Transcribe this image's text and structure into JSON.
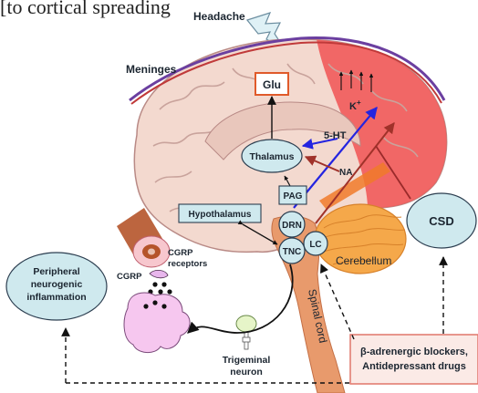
{
  "figure": {
    "top_cutoff_text": "[to cortical spreading",
    "labels": {
      "headache": "Headache",
      "meninges": "Meninges",
      "glu": "Glu",
      "k_plus": "K",
      "k_plus_sup": "+",
      "five_ht": "5-HT",
      "thalamus": "Thalamus",
      "na": "NA",
      "pag": "PAG",
      "hypothalamus": "Hypothalamus",
      "drn": "DRN",
      "tnc": "TNC",
      "lc": "LC",
      "cerebellum": "Cerebellum",
      "csd": "CSD",
      "cgrp_receptors_line1": "CGRP",
      "cgrp_receptors_line2": "receptors",
      "cgrp": "CGRP",
      "peripheral_line1": "Peripheral",
      "peripheral_line2": "neurogenic",
      "peripheral_line3": "inflammation",
      "spinal_cord": "Spinal cord",
      "trigeminal_line1": "Trigeminal",
      "trigeminal_line2": "neuron",
      "drugs_line1": "β-adrenergic blockers,",
      "drugs_line2": "Antidepressant drugs"
    }
  },
  "colors": {
    "brain": "#f3d9cf",
    "brain_outline": "#b98a86",
    "csd_wave": "#f15a5a",
    "meninges": "#6b3fa0",
    "brainstem": "#e89a6c",
    "cerebellum": "#f5a84a",
    "node_fill": "#cfe9ee",
    "node_stroke": "#2c3e50",
    "serotonin_arrow": "#2424e0",
    "na_arrow": "#a0322a",
    "drug_box_border": "#e0766a",
    "glu_box_border": "#e05a2a"
  }
}
